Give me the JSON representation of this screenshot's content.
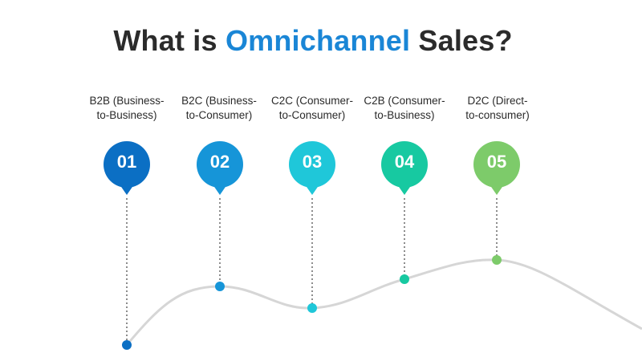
{
  "title": {
    "prefix": "What is ",
    "highlight": "Omnichannel",
    "suffix": " Sales?"
  },
  "steps": [
    {
      "number": "01",
      "line1": "B2B (Business-",
      "line2": "to-Business)",
      "color": "#0b6fc4"
    },
    {
      "number": "02",
      "line1": "B2C (Business-",
      "line2": "to-Consumer)",
      "color": "#1695d8"
    },
    {
      "number": "03",
      "line1": "C2C (Consumer-",
      "line2": "to-Consumer)",
      "color": "#1fc7d9"
    },
    {
      "number": "04",
      "line1": "C2B (Consumer-",
      "line2": "to-Business)",
      "color": "#17c9a1"
    },
    {
      "number": "05",
      "line1": "D2C (Direct-",
      "line2": "to-consumer)",
      "color": "#7dcb6a"
    }
  ],
  "curve_color": "#d6d6d6"
}
